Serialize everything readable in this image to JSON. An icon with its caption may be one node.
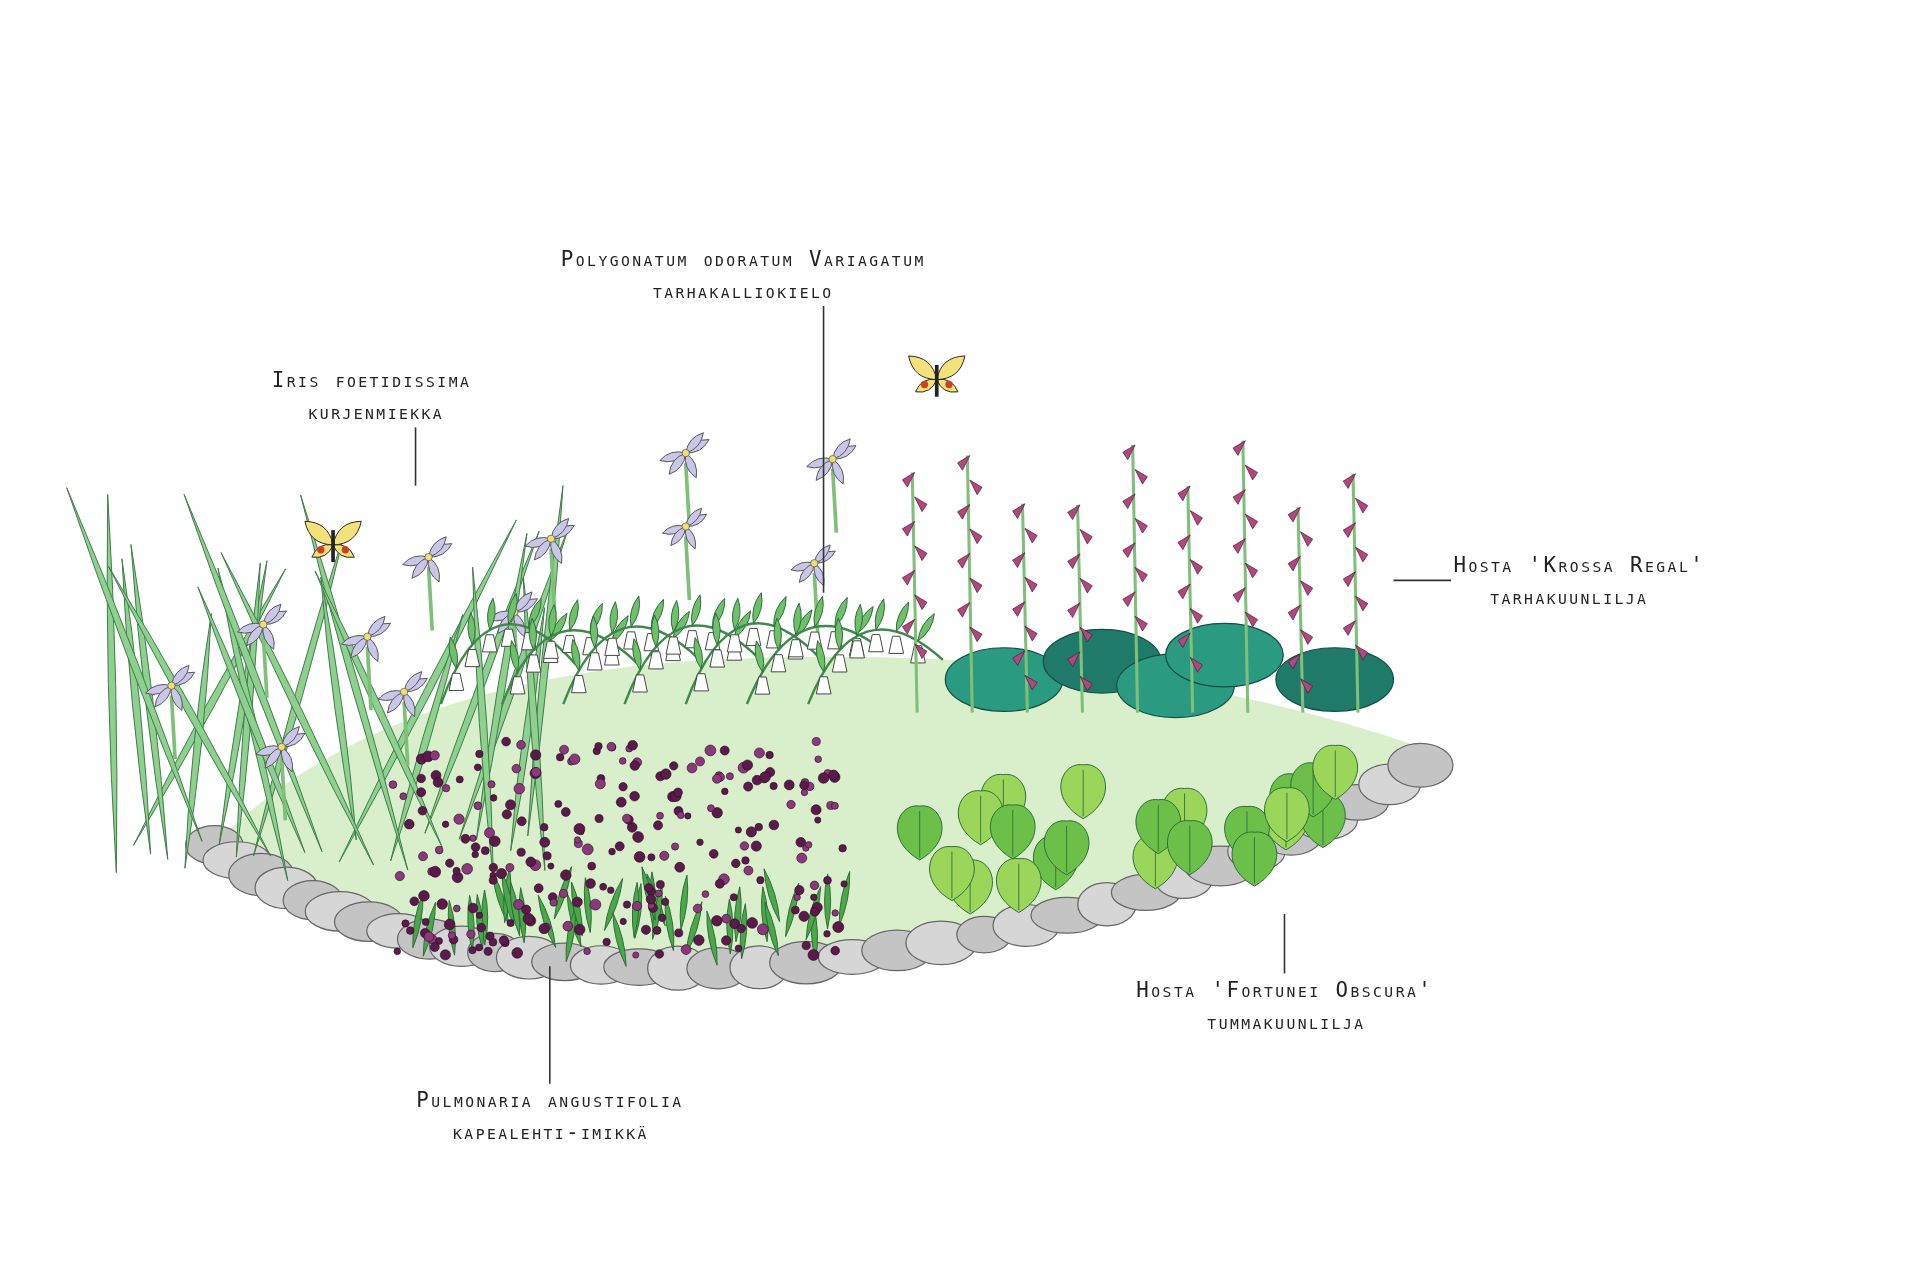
{
  "diagram": {
    "nodes": [
      {
        "text": [
          "Polygonatum odoratum Variagatum",
          "tarhakalliokielo"
        ]
      },
      {
        "text": [
          "Iris foetidissima",
          "kurjenmiekka"
        ]
      },
      {
        "text": [
          "Hosta 'Krossa Regal'",
          "tarhakuunlilja"
        ]
      },
      {
        "text": [
          "Hosta 'Fortunei Obscura'",
          "tummakuunlilja"
        ]
      },
      {
        "text": [
          "Pulmonaria angustifolia",
          "kapealehti-imikkä"
        ]
      },
      {
        "text": [],
        "shape": "picture"
      },
      {
        "text": [],
        "shape": "picture"
      },
      {
        "text": [],
        "shape": "picture"
      },
      {
        "text": [],
        "shape": "picture"
      },
      {
        "text": [],
        "shape": "picture"
      }
    ],
    "edges": [
      {
        "from": 0,
        "to": 7,
        "arrow": "none"
      },
      {
        "from": 1,
        "to": 5,
        "arrow": "none"
      },
      {
        "from": 2,
        "to": 9,
        "arrow": "none"
      },
      {
        "from": 3,
        "to": 8,
        "arrow": "none"
      },
      {
        "from": 4,
        "to": 6,
        "arrow": "none"
      }
    ]
  }
}
